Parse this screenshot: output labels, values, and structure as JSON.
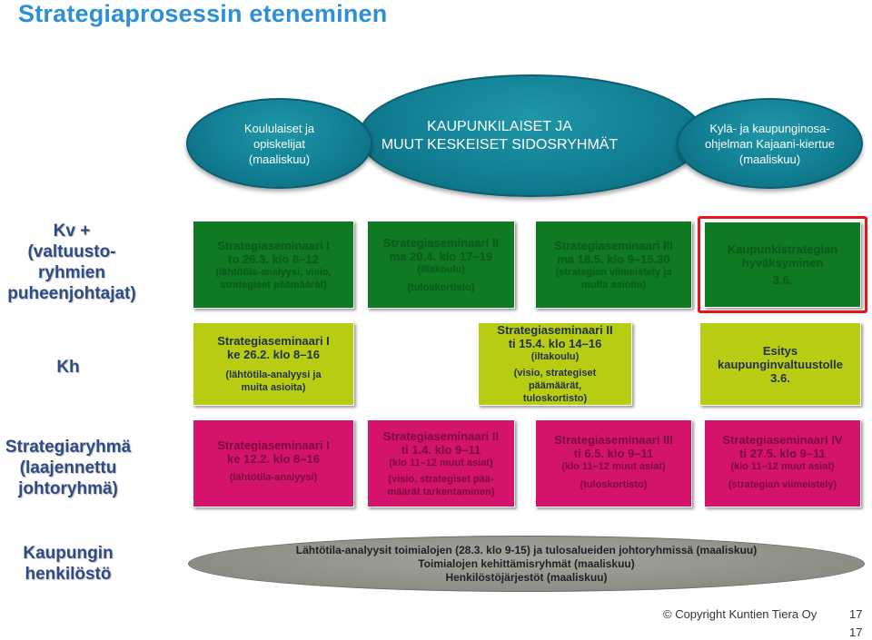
{
  "title": "Strategiaprosessin eteneminen",
  "stakeholders": {
    "left": [
      "Koululaiset ja",
      "opiskelijat",
      "(maaliskuu)"
    ],
    "center": [
      "KAUPUNKILAISET JA",
      "MUUT KESKEISET SIDOSRYHMÄT"
    ],
    "right": [
      "Kylä- ja kaupunginosa-",
      "ohjelman Kajaani-kiertue",
      "(maaliskuu)"
    ]
  },
  "rows": {
    "kv": [
      "Kv +",
      "(valtuusto-",
      "ryhmien",
      "puheenjohtajat)"
    ],
    "kh": [
      "Kh"
    ],
    "strategiaryhma": [
      "Strategiaryhmä",
      "(laajennettu",
      "johtoryhmä)"
    ],
    "henkilosto": [
      "Kaupungin",
      "henkilöstö"
    ]
  },
  "kv_boxes": {
    "b1": {
      "title": "Strategiaseminaari I",
      "date": "to 26.3. klo 8–12",
      "desc": [
        "(lähtötila-analyysi, visio,",
        "strategiset päämäärät)"
      ]
    },
    "b2": {
      "title": "Strategiaseminaari II",
      "date": "ma 20.4. klo 17–19",
      "sub": "(iltakoulu)",
      "desc": "(tuloskortisto)"
    },
    "b3": {
      "title": "Strategiaseminaari III",
      "date": "ma 18.5. klo 9–15.30",
      "desc": [
        "(strategian viimeistely ja",
        "muita asioita)"
      ]
    },
    "b4": {
      "title": [
        "Kaupunkistrategian",
        "hyväksyminen"
      ],
      "date": "3.6."
    }
  },
  "kh_boxes": {
    "b1": {
      "title": "Strategiaseminaari I",
      "date": "ke 26.2. klo 8–16",
      "desc": [
        "(lähtötila-analyysi ja",
        "muita asioita)"
      ]
    },
    "b2": {
      "title": "Strategiaseminaari II",
      "date": "ti 15.4. klo 14–16",
      "sub": "(iltakoulu)",
      "desc": [
        "(visio, strategiset",
        "päämäärät,",
        "tuloskortisto)"
      ]
    },
    "b3": {
      "title": [
        "Esitys",
        "kaupunginvaltuustolle"
      ],
      "date": "3.6."
    }
  },
  "sr_boxes": {
    "b1": {
      "title": "Strategiaseminaari I",
      "date": "ke 12.2. klo 8–16",
      "desc": "(lähtötila-analyysi)"
    },
    "b2": {
      "title": "Strategiaseminaari II",
      "date": "ti 1.4. klo 9–11",
      "sub": "(klo 11–12 muut asiat)",
      "desc": [
        "(visio, strategiset pää-",
        "määrät tarkentaminen)"
      ]
    },
    "b3": {
      "title": "Strategiaseminaari III",
      "date": "ti 6.5. klo 9–11",
      "sub": "(klo 11–12 muut asiat)",
      "desc": "(tuloskortisto)"
    },
    "b4": {
      "title": "Strategiaseminaari IV",
      "date": "ti 27.5. klo 9–11",
      "sub": "(klo 11–12 muut asiat)",
      "desc": "(strategian viimeistely)"
    }
  },
  "staff": [
    "Lähtötila-analyysit toimialojen (28.3. klo 9-15) ja tulosalueiden johtoryhmissä (maaliskuu)",
    "Toimialojen kehittämisryhmät (maaliskuu)",
    "Henkilöstöjärjestöt (maaliskuu)"
  ],
  "footer": {
    "copyright": "© Copyright Kuntien Tiera Oy",
    "page_a": "17",
    "page_b": "17"
  },
  "colors": {
    "dark_green": "#0f7a22",
    "lime": "#b7cc12",
    "magenta": "#d4136a",
    "teal": "#107c91",
    "highlight_red": "#e8141b",
    "title_blue": "#2d8fd6",
    "label_blue": "#2f4b86"
  }
}
